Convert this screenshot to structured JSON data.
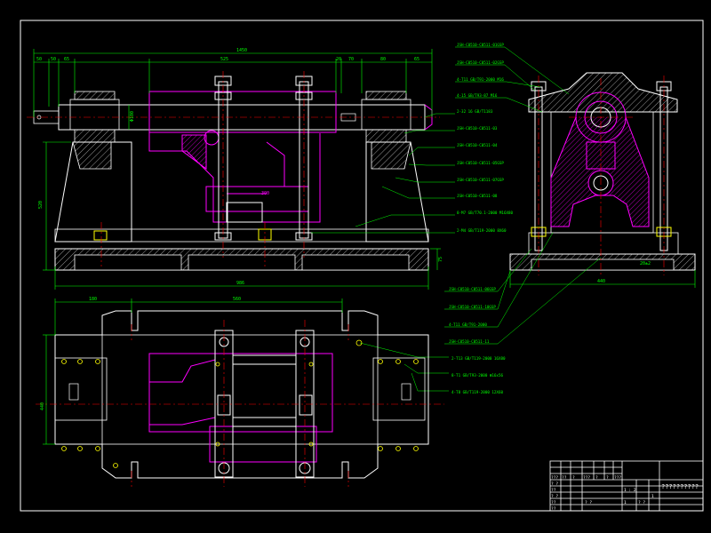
{
  "drawing": {
    "dimensions": {
      "overall_length": "1450",
      "left_1": "50",
      "left_2": "50",
      "left_3": "65",
      "center_span": "525",
      "right_1": "20",
      "right_2": "70",
      "right_3": "80",
      "right_4": "65",
      "base_length": "986",
      "base_height": "75",
      "side_height": "520",
      "shaft_dia": "Φ100",
      "plan_left": "180",
      "plan_center": "560",
      "plan_height": "440",
      "side_width": "440",
      "side_foot": "20±2",
      "motor_label": "300"
    },
    "callouts_right": [
      "JSH-C0510-C0511-01GSP",
      "JSH-C0510-C0511-02GSP",
      "4-T11  GB/T91-2000  M16",
      "4-15  GB/T93-87  M16",
      "2-32  16  GB/T1183",
      "JSH-C0510-C0511-03",
      "JSH-C0510-C0511-04",
      "JSH-C0510-C0511-05GSP",
      "JSH-C0510-C0511-07GSP",
      "JSH-C0510-C0511-08",
      "8-M7  GB/T70.1-2000  M16X80",
      "2-M4  GB/T119-2000  8X60"
    ],
    "callouts_lower": [
      "JSH-C0510-C0511-06GSP",
      "JSH-C0510-C0511-10GSP",
      "4-T11  GB/T91-2000",
      "JSH-C0510-C0511-11"
    ],
    "callouts_plan": [
      "2-T13  GB/T119-2000  16X80",
      "8-T1  GB/T93-2000  Φ16x56",
      "4-T8  GB/T119-2000  12X60"
    ],
    "title_block": {
      "title": "??????????",
      "row1": [
        "???",
        "??",
        "?",
        "???",
        "?",
        "?",
        "???"
      ],
      "row2": [
        "? ?",
        "??",
        "? ?",
        "??",
        "??"
      ],
      "scale_label": "1 : 2",
      "sheet": "1",
      "cells": [
        "? ?",
        "1",
        "? ?"
      ]
    }
  },
  "colors": {
    "background": "#000000",
    "frame": "#ffffff",
    "outline": "#ffffff",
    "hatch": "#ffffff",
    "dimension": "#00ff00",
    "part": "#ff00ff",
    "centerline": "#ff0000",
    "hidden": "#ffff00",
    "detail": "#00ffff"
  }
}
